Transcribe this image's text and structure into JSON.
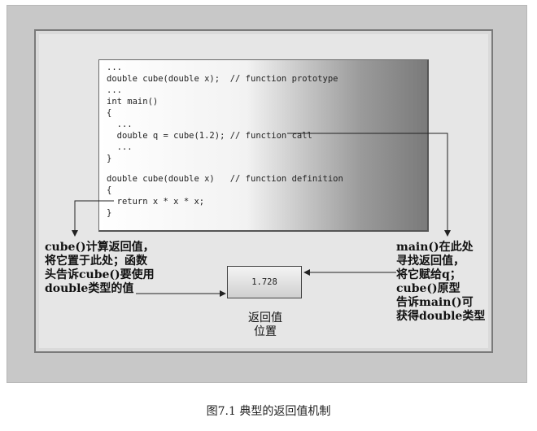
{
  "code_lines": [
    "...",
    "double cube(double x);  // function prototype",
    "...",
    "int main()",
    "{",
    "  ...",
    "  double q = cube(1.2); // function call",
    "  ...",
    "}",
    "",
    "double cube(double x)   // function definition",
    "{",
    "  return x * x * x;",
    "}"
  ],
  "left_label": {
    "line1": "cube()计算返回值，",
    "line2": "将它置于此处；函数",
    "line3": "头告诉cube()要使用",
    "line4": "double类型的值"
  },
  "right_label": {
    "line1": "main()在此处",
    "line2": "寻找返回值，",
    "line3": "将它赋给q；",
    "line4": "cube()原型",
    "line5": "告诉main()可",
    "line6": "获得double类型"
  },
  "return_value": "1.728",
  "return_location_label": {
    "line1": "返回值",
    "line2": "位置"
  },
  "caption": "图7.1  典型的返回值机制"
}
